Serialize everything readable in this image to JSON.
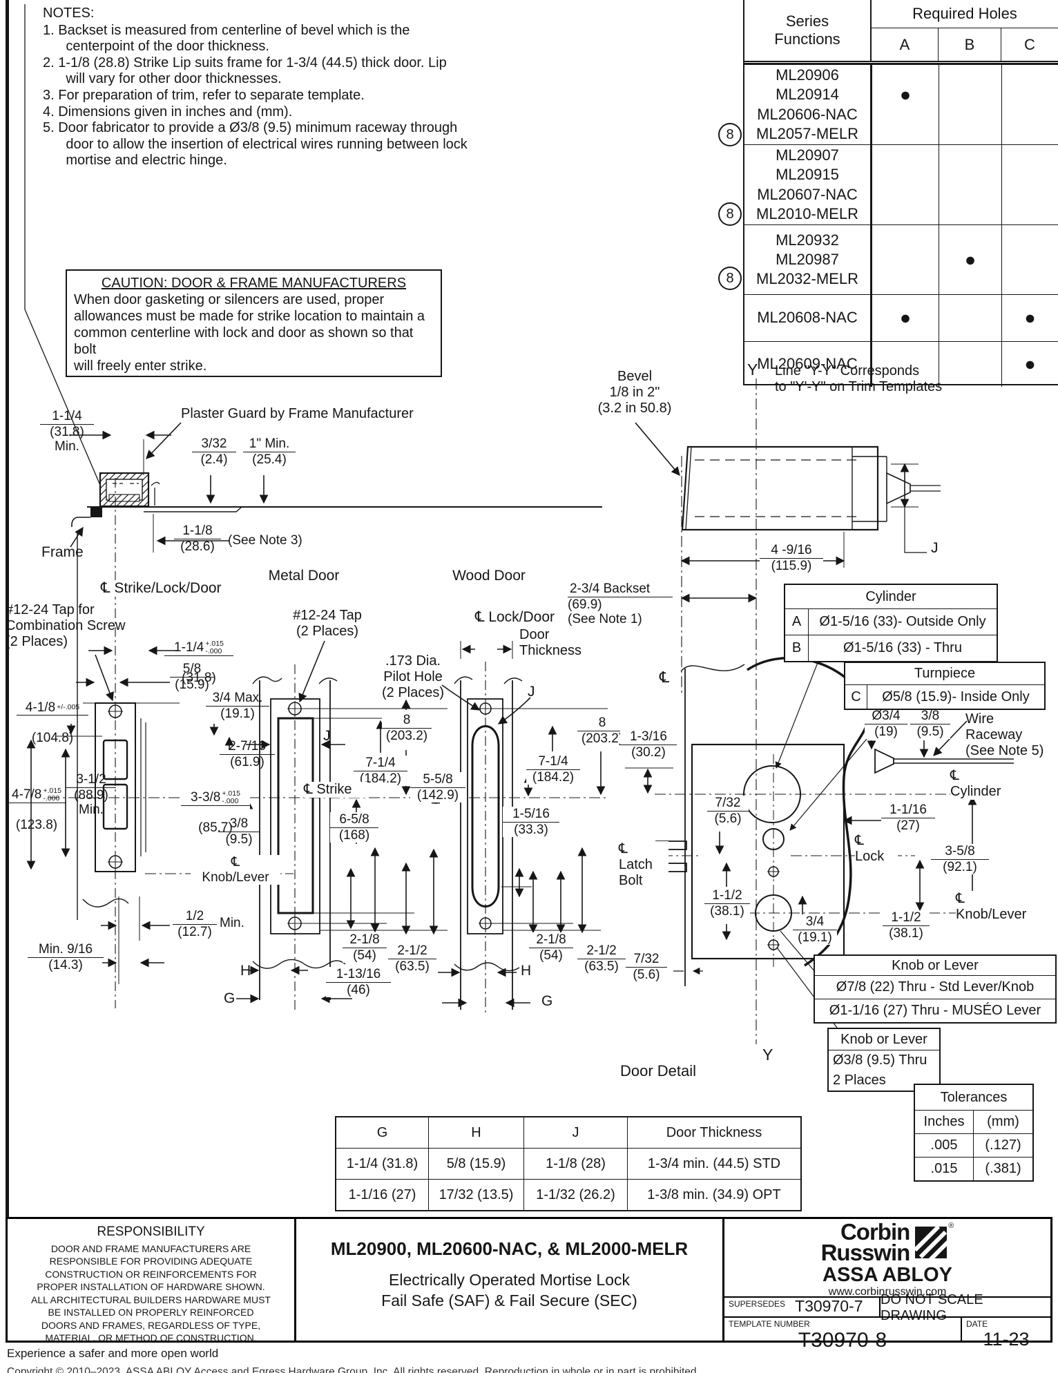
{
  "notes": {
    "title": "NOTES:",
    "items": [
      "1. Backset is measured from centerline of bevel which is the\n      centerpoint of the door thickness.",
      "2. 1-1/8 (28.8) Strike Lip suits frame for 1-3/4 (44.5) thick door. Lip\n      will vary for other door thicknesses.",
      "3. For preparation of trim, refer to separate template.",
      "4. Dimensions given in inches and (mm).",
      "5. Door fabricator to provide a Ø3/8 (9.5) minimum raceway through\n      door to allow the insertion of electrical wires running between lock\n      mortise and electric hinge."
    ]
  },
  "holes_table": {
    "series_header": "Series\nFunctions",
    "required_header": "Required Holes",
    "columns": [
      "A",
      "B",
      "C"
    ],
    "badge": "8",
    "rows": [
      {
        "fn": "ML20906\nML20914\nML20606-NAC\nML2057-MELR",
        "a": "●",
        "b": "",
        "c": ""
      },
      {
        "fn": "ML20907\nML20915\nML20607-NAC\nML2010-MELR",
        "a": "",
        "b": "",
        "c": ""
      },
      {
        "fn": "ML20932\nML20987\nML2032-MELR",
        "a": "",
        "b": "●",
        "c": ""
      },
      {
        "fn": "ML20608-NAC",
        "a": "●",
        "b": "",
        "c": "●"
      },
      {
        "fn": "ML20609-NAC",
        "a": "",
        "b": "",
        "c": "●"
      }
    ]
  },
  "caution": {
    "title": "CAUTION: DOOR & FRAME MANUFACTURERS",
    "body": "When door gasketing or silencers are used, proper\nallowances must be made for strike location to maintain a\ncommon centerline with lock and door as shown so that bolt\nwill freely enter strike."
  },
  "frame": {
    "dim_114": "1-1/4\n(31.8)\nMin.",
    "plaster": "Plaster Guard by Frame Manufacturer",
    "dim_332": "3/32\n(2.4)",
    "dim_1min": "1\" Min.\n(25.4)",
    "dim_118": "1-1/8\n(28.6)",
    "see_note3": "(See Note 3)",
    "frame_lbl": "Frame",
    "metal_door": "Metal Door",
    "wood_door": "Wood Door",
    "cl_sld": "℄ Strike/Lock/Door"
  },
  "strike": {
    "tap_combo": "#12-24 Tap for\nCombination Screw\n(2 Places)",
    "dim114": {
      "v": "1-1/4",
      "tol": "+.015\n-.000",
      "mm": "(31.8)"
    },
    "dim_58": "5/8\n(15.9)",
    "dim_34max": "3/4 Max.\n(19.1)",
    "dim418": {
      "v": "4-1/8",
      "tol": "+/-.005",
      "mm": "(104.8)"
    },
    "dim_2716": "2-7/16\n(61.9)",
    "dim478": {
      "v": "4-7/8",
      "tol": "+.015\n-.000",
      "mm": "(123.8)"
    },
    "dim_312": "3-1/2\n(88.9)\nMin.",
    "dim338": {
      "v": "3-3/8",
      "tol": "+.015\n-.000",
      "mm": "(85.7)"
    },
    "dim_38": "3/8\n(9.5)",
    "cl_knob": "℄\nKnob/Lever",
    "dim_12": "1/2\n(12.7)",
    "dim_12_min": "Min.",
    "dim_916": "Min. 9/16\n(14.3)"
  },
  "metal": {
    "tap": "#12-24 Tap\n(2 Places)",
    "j": "J",
    "dim_8": "8\n(203.2)",
    "dim_714": "7-1/4\n(184.2)",
    "dim_558": "5-5/8\n(142.9)",
    "cl_strike": "℄ Strike",
    "dim_658": "6-5/8\n(168)",
    "dim_218": "2-1/8\n(54)",
    "dim_212": "2-1/2\n(63.5)",
    "dim_11316": "1-13/16\n(46)",
    "h": "H",
    "g": "G"
  },
  "wood": {
    "cl_lockdoor": "℄ Lock/Door",
    "door_thickness": "Door\nThickness",
    "pilot": ".173 Dia.\nPilot Hole\n(2 Places)",
    "j": "J",
    "dim_8": "8\n(203.2)",
    "dim_714": "7-1/4\n(184.2)",
    "dim_1516": "1-5/16\n(33.3)",
    "dim_218": "2-1/8\n(54)",
    "dim_212": "2-1/2\n(63.5)",
    "h": "H",
    "g": "G"
  },
  "detail": {
    "bevel": "Bevel\n1/8 in 2\"\n(3.2 in 50.8)",
    "y_top": "Y",
    "y_bottom": "Y",
    "line_yy": "Line \"Y-Y\" Corresponds\nto \"Y'-Y\" on Trim Templates",
    "dim_4916": "4 -9/16\n(115.9)",
    "j_top": "J",
    "backset": "2-3/4 Backset\n(69.9)\n(See Note 1)",
    "cl_backset": "℄",
    "cylinder_table": {
      "title": "Cylinder",
      "rows": [
        {
          "k": "A",
          "v": "Ø1-5/16 (33)- Outside Only"
        },
        {
          "k": "B",
          "v": "Ø1-5/16 (33) - Thru"
        }
      ]
    },
    "turnpiece_table": {
      "title": "Turnpiece",
      "rows": [
        {
          "k": "C",
          "v": "Ø5/8 (15.9)- Inside Only"
        }
      ]
    },
    "dim_o34": "Ø3/4\n(19)",
    "dim_38": "3/8\n(9.5)",
    "wire_raceway": "Wire\nRaceway\n(See Note 5)",
    "dim_1316": "1-3/16\n(30.2)",
    "dim_732a": "7/32\n(5.6)",
    "cl_cylinder": "℄\nCylinder",
    "dim_1116": "1-1/16\n(27)",
    "cl_lock": "℄\nLock",
    "dim_358": "3-5/8\n(92.1)",
    "cl_latch": "℄\nLatch\nBolt",
    "dim_112a": "1-1/2\n(38.1)",
    "dim_34": "3/4\n(19.1)",
    "dim_112b": "1-1/2\n(38.1)",
    "cl_knob": "℄\nKnob/Lever",
    "dim_732b": "7/32\n(5.6)",
    "knob_table": {
      "title": "Knob or Lever",
      "rows": [
        "Ø7/8 (22) Thru - Std Lever/Knob",
        "Ø1-1/16 (27) Thru - MUSÉO  Lever"
      ]
    },
    "knob_box": {
      "title": "Knob or Lever",
      "line1": "Ø3/8 (9.5) Thru",
      "line2": "2 Places"
    },
    "door_detail": "Door Detail"
  },
  "ghj_table": {
    "headers": [
      "G",
      "H",
      "J",
      "Door Thickness"
    ],
    "rows": [
      [
        "1-1/4 (31.8)",
        "5/8 (15.9)",
        "1-1/8 (28)",
        "1-3/4 min. (44.5) STD"
      ],
      [
        "1-1/16 (27)",
        "17/32 (13.5)",
        "1-1/32 (26.2)",
        "1-3/8 min. (34.9) OPT"
      ]
    ]
  },
  "tolerances": {
    "title": "Tolerances",
    "headers": [
      "Inches",
      "(mm)"
    ],
    "rows": [
      [
        ".005",
        "(.127)"
      ],
      [
        ".015",
        "(.381)"
      ]
    ]
  },
  "titleblock": {
    "responsibility_title": "RESPONSIBILITY",
    "responsibility_body": "DOOR AND FRAME MANUFACTURERS ARE\nRESPONSIBLE FOR PROVIDING ADEQUATE\nCONSTRUCTION OR REINFORCEMENTS FOR\nPROPER INSTALLATION OF HARDWARE SHOWN.\nALL ARCHITECTURAL BUILDERS HARDWARE MUST\nBE INSTALLED ON PROPERLY REINFORCED\nDOORS AND FRAMES, REGARDLESS OF TYPE,\nMATERIAL, OR METHOD OF CONSTRUCTION.",
    "title_line1": "ML20900, ML20600-NAC, & ML2000-MELR",
    "title_line2": "Electrically Operated Mortise Lock",
    "title_line3": "Fail Safe (SAF) & Fail Secure (SEC)",
    "brand_line1": "Corbin",
    "brand_line2": "Russwin",
    "brand_reg": "®",
    "assa": "ASSA ABLOY",
    "url": "www.corbinrusswin.com",
    "supersedes_label": "SUPERSEDES",
    "supersedes_value": "T30970-7",
    "no_scale": "DO NOT SCALE DRAWING",
    "template_label": "TEMPLATE NUMBER",
    "template_value": "T30970-8",
    "date_label": "DATE",
    "date_value": "11-23"
  },
  "footer": {
    "tagline": "Experience a safer and more open world",
    "copyright": "Copyright © 2010–2023, ASSA ABLOY Access and Egress Hardware Group, Inc. All rights reserved. Reproduction in whole or in part is prohibited."
  }
}
